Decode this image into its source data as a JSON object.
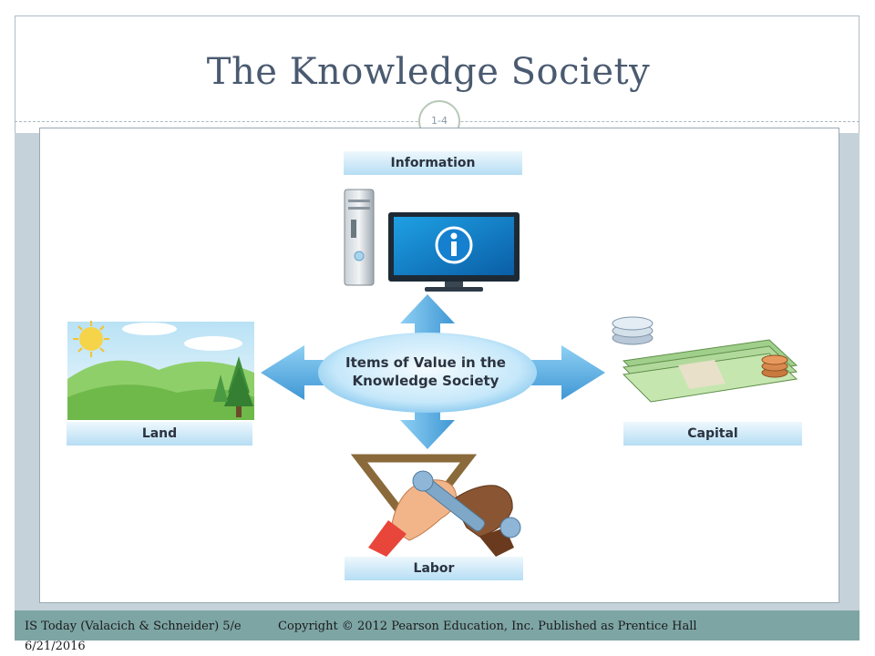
{
  "slide": {
    "title": "The Knowledge Society",
    "number": "1-4"
  },
  "diagram": {
    "center_line1": "Items of Value in the",
    "center_line2": "Knowledge Society",
    "labels": {
      "information": "Information",
      "land": "Land",
      "capital": "Capital",
      "labor": "Labor"
    },
    "colors": {
      "arrow": "#5aaee0",
      "label_box": "#b6def4"
    }
  },
  "footer": {
    "source": "IS Today (Valacich & Schneider) 5/e",
    "copyright": "Copyright © 2012 Pearson Education, Inc. Published as Prentice Hall",
    "date": "6/21/2016"
  }
}
